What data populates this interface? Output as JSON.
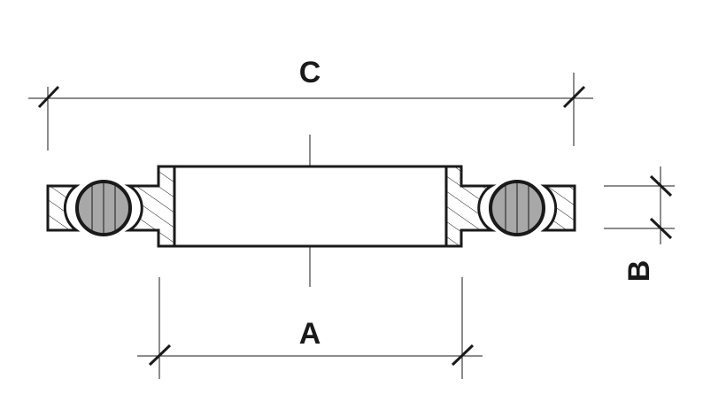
{
  "dimensions": {
    "outer": {
      "label": "C"
    },
    "inner": {
      "label": "A"
    },
    "height": {
      "label": "B"
    }
  },
  "colors": {
    "stroke": "#1a1a1a",
    "ball_fill": "#a8a8a8",
    "background": "#ffffff"
  }
}
